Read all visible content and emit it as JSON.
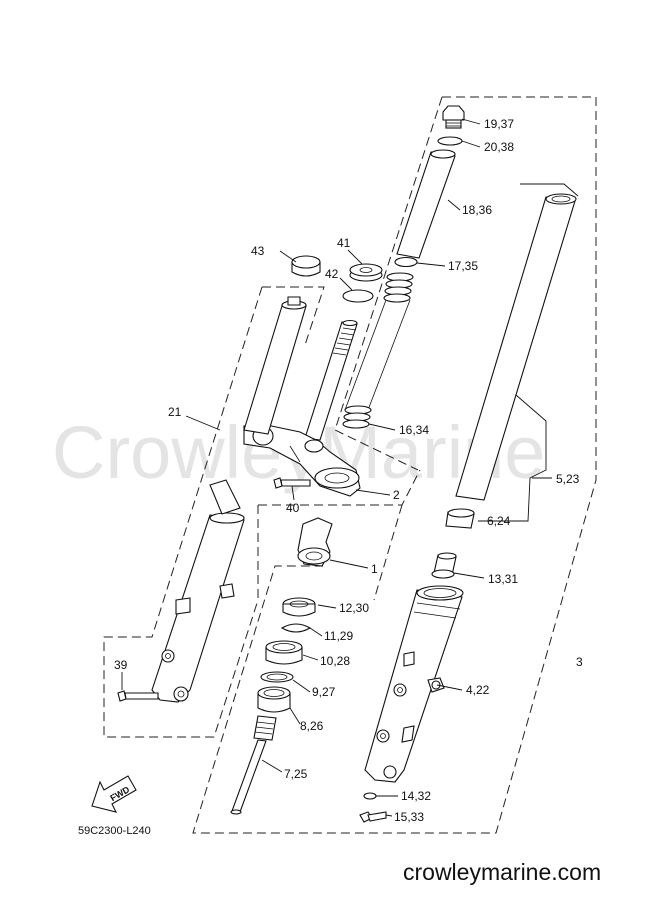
{
  "watermark": "CrowleyMarine",
  "site_url": "crowleymarine.com",
  "diagram_code": "59C2300-L240",
  "fwd_label": "FWD",
  "callouts": {
    "c1937": "19,37",
    "c2038": "20,38",
    "c1836": "18,36",
    "c1735": "17,35",
    "c1634": "16,34",
    "c523": "5,23",
    "c624": "6,24",
    "c1331": "13,31",
    "c3": "3",
    "c422": "4,22",
    "c1432": "14,32",
    "c1533": "15,33",
    "c43": "43",
    "c41": "41",
    "c42": "42",
    "c21": "21",
    "c2": "2",
    "c40": "40",
    "c1": "1",
    "c1230": "12,30",
    "c1129": "11,29",
    "c1028": "10,28",
    "c927": "9,27",
    "c826": "8,26",
    "c725": "7,25",
    "c39": "39"
  }
}
